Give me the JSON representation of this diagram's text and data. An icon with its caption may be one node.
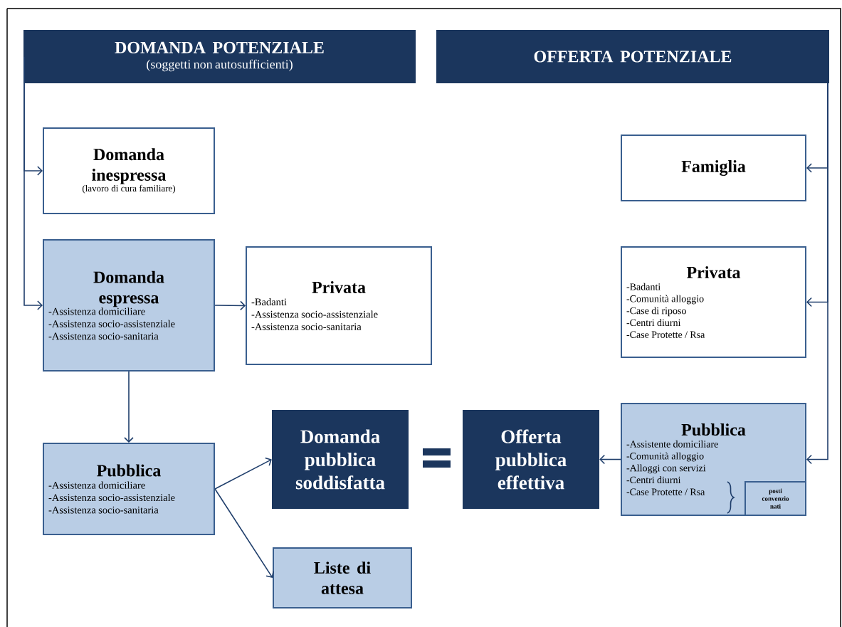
{
  "diagram": {
    "nodes": [
      {
        "text": [
          "DOMANDA POTENZIALE",
          "(soggetti non autosufficienti)"
        ]
      },
      {
        "text": [
          "OFFERTA POTENZIALE"
        ]
      },
      {
        "text": [
          "Domanda inespressa",
          "(lavoro di cura familiare)"
        ]
      },
      {
        "text": [
          "Domanda espressa",
          "-Assistenza domiciliare",
          "-Assistenza socio-assistenziale",
          "-Assistenza socio-sanitaria"
        ]
      },
      {
        "text": [
          "Privata",
          "-Badanti",
          "-Assistenza socio-assistenziale",
          "-Assistenza socio-sanitaria"
        ]
      },
      {
        "text": [
          "Pubblica",
          "-Assistenza domiciliare",
          "-Assistenza socio-assistenziale",
          "-Assistenza socio-sanitaria"
        ]
      },
      {
        "text": [
          "Domanda pubblica soddisfatta"
        ]
      },
      {
        "text": [
          "Offerta pubblica effettiva"
        ]
      },
      {
        "text": [
          "Liste di attesa"
        ]
      },
      {
        "text": [
          "Famiglia"
        ]
      },
      {
        "text": [
          "Privata",
          "-Badanti",
          "-Comunità alloggio",
          "-Case di riposo",
          "-Centri diurni",
          "-Case Protette / Rsa"
        ]
      },
      {
        "text": [
          "Pubblica",
          "-Assistente domiciliare",
          "-Comunità alloggio",
          "-Alloggi con servizi",
          "-Centri diurni",
          "-Case Protette / Rsa"
        ]
      },
      {
        "text": [
          "posti convenzio nati"
        ],
        "in": 11
      }
    ],
    "edges": [
      {
        "from": 0,
        "to": 2,
        "arrow": "to"
      },
      {
        "from": 0,
        "to": 3,
        "arrow": "to"
      },
      {
        "from": 3,
        "to": 4,
        "arrow": "to"
      },
      {
        "from": 3,
        "to": 5,
        "arrow": "to"
      },
      {
        "from": 5,
        "to": 6,
        "arrow": "to"
      },
      {
        "from": 5,
        "to": 8,
        "arrow": "to"
      },
      {
        "from": 1,
        "to": 9,
        "arrow": "to"
      },
      {
        "from": 1,
        "to": 10,
        "arrow": "to"
      },
      {
        "from": 1,
        "to": 11,
        "arrow": "to"
      },
      {
        "from": 11,
        "to": 7,
        "arrow": "to"
      }
    ]
  }
}
